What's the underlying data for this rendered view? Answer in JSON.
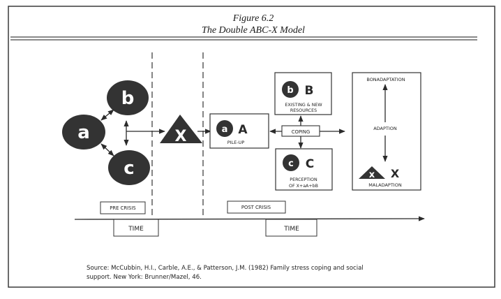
{
  "figure": {
    "number": "Figure 6.2",
    "title": "The Double ABC-X Model"
  },
  "pre_crisis": {
    "nodes": {
      "a": "a",
      "b": "b",
      "c": "c",
      "x": "X"
    },
    "label": "PRE CRISIS",
    "time_label": "TIME"
  },
  "post_crisis": {
    "pileup": {
      "small": "a",
      "big": "A",
      "caption": "PILE-UP"
    },
    "resources": {
      "small": "b",
      "big": "B",
      "caption_line1": "EXISTING & NEW",
      "caption_line2": "RESOURCES"
    },
    "perception": {
      "small": "c",
      "big": "C",
      "caption_line1": "PERCEPTION",
      "caption_line2": "OF X+aA+bB"
    },
    "coping": "COPING",
    "adaptation": {
      "top": "BONADAPTATION",
      "middle": "ADAPTION",
      "bottom": "MALADAPTION",
      "small": "x",
      "big": "X"
    },
    "label": "POST CRISIS",
    "time_label": "TIME"
  },
  "source": {
    "line1": "Source: McCubbin, H.I., Carble, A.E., & Patterson, J.M. (1982) Family stress coping and social",
    "line2": "support. New York: Brunner/Mazel, 46."
  },
  "colors": {
    "ink": "#2b2b2b",
    "node_fill": "#333333",
    "paper": "#ffffff"
  }
}
